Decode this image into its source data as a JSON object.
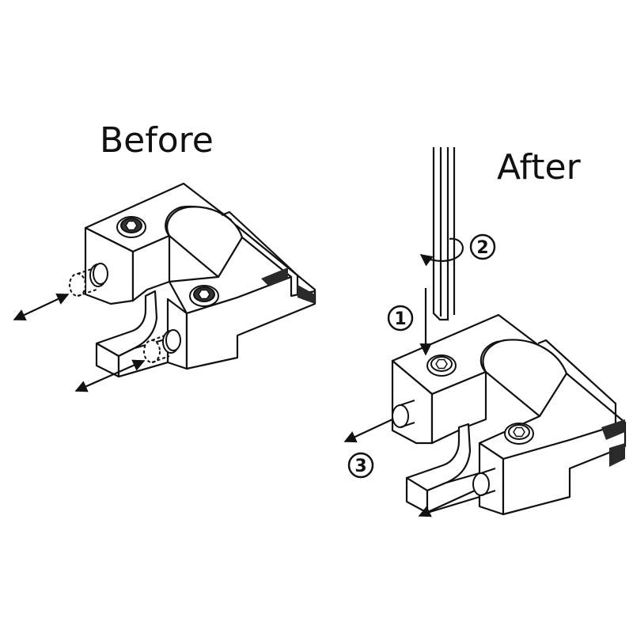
{
  "headings": {
    "before": "Before",
    "after": "After"
  },
  "steps": {
    "one": "1",
    "two": "2",
    "three": "3"
  },
  "colors": {
    "line": "#111111",
    "paper": "#ffffff",
    "shade": "#2a2a2a"
  },
  "icons": {
    "screw": "hex-socket-screw-icon",
    "pin": "locking-pin-icon",
    "arrow": "direction-arrow-icon"
  }
}
